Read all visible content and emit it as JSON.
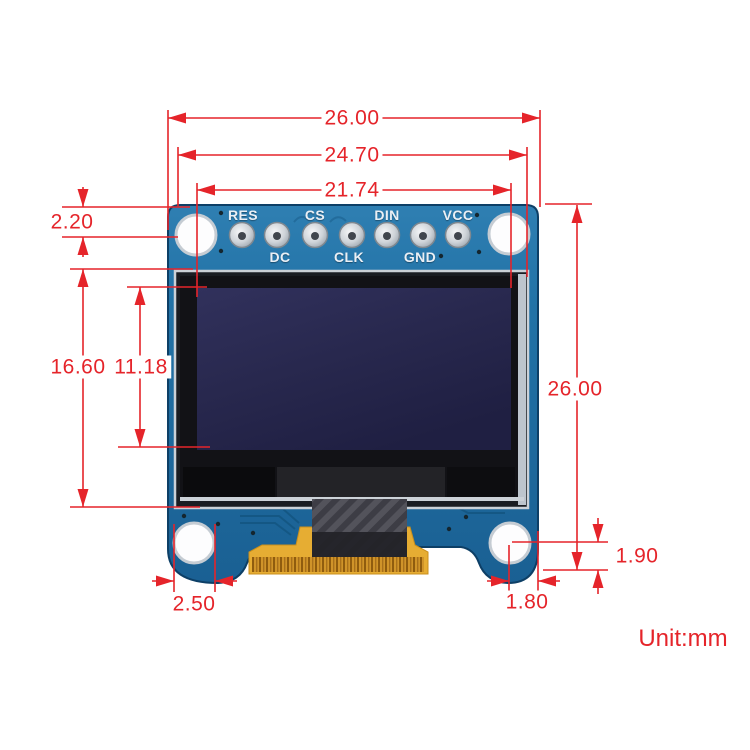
{
  "unit_note": "Unit:mm",
  "dims": {
    "board_width": "26.00",
    "glass_width": "24.70",
    "active_width": "21.74",
    "hole_top_offset": "2.20",
    "glass_height": "16.60",
    "active_height": "11.18",
    "board_height": "26.00",
    "hole_bottom_offset": "1.90",
    "hole_diameter": "2.50",
    "hole_right_offset": "1.80"
  },
  "pcb": {
    "pin_labels_top": [
      "RES",
      "CS",
      "DIN",
      "VCC"
    ],
    "pin_labels_bottom": [
      "DC",
      "CLK",
      "GND"
    ]
  },
  "colors": {
    "dimension_red": "#e5242a",
    "pcb_blue": "#2273a7",
    "display_navy": "#28284e",
    "flex_yellow": "#e6ad33",
    "silkscreen_white": "#eaeff5"
  }
}
